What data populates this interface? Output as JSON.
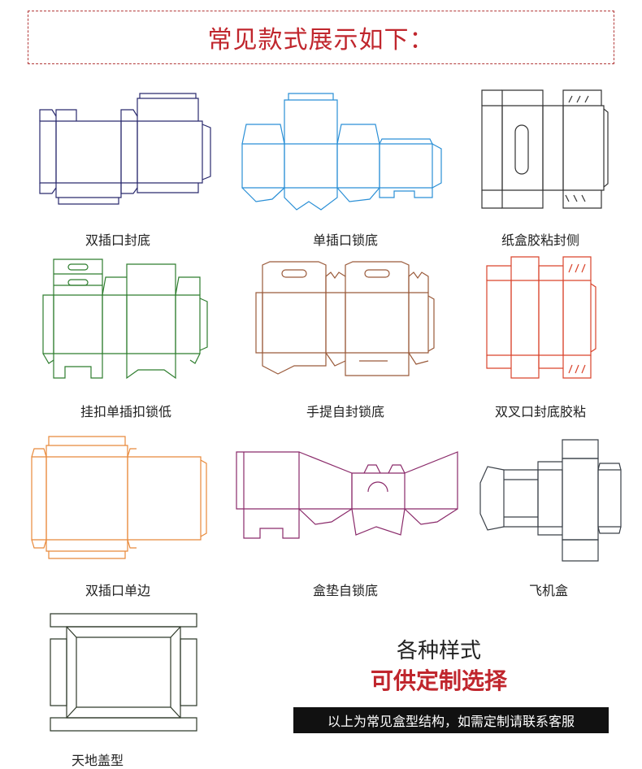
{
  "header": {
    "title": "常见款式展示如下："
  },
  "styles": [
    {
      "label": "双插口封底",
      "color": "#2a2a6e"
    },
    {
      "label": "单插口锁底",
      "color": "#2a8fd6"
    },
    {
      "label": "纸盒胶粘封侧",
      "color": "#333333"
    },
    {
      "label": "挂扣单插扣锁低",
      "color": "#2e7d2e"
    },
    {
      "label": "手提自封锁底",
      "color": "#9a5a3a"
    },
    {
      "label": "双叉口封底胶粘",
      "color": "#d9432b"
    },
    {
      "label": "双插口单边",
      "color": "#e8893a"
    },
    {
      "label": "盒垫自锁底",
      "color": "#8a2a6a"
    },
    {
      "label": "飞机盒",
      "color": "#3a4048"
    },
    {
      "label": "天地盖型",
      "color": "#2f3a2a"
    }
  ],
  "promo": {
    "line1": "各种样式",
    "line2": "可供定制选择",
    "note": "以上为常见盒型结构，如需定制请联系客服"
  }
}
